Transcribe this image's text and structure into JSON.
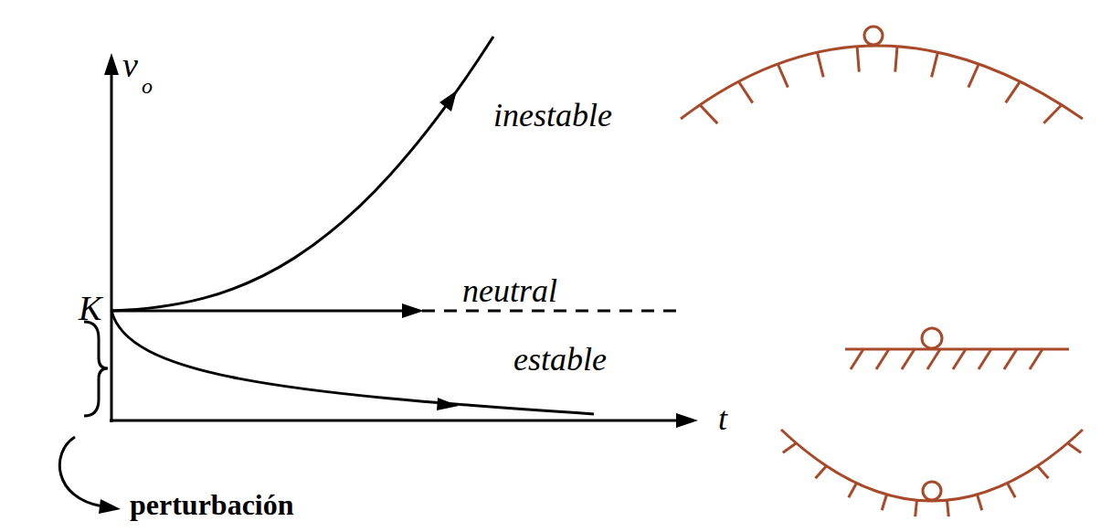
{
  "diagram": {
    "labels": [
      "v",
      "o",
      "inestable",
      "neutral",
      "K",
      "estable",
      "t",
      "perturbación"
    ]
  }
}
